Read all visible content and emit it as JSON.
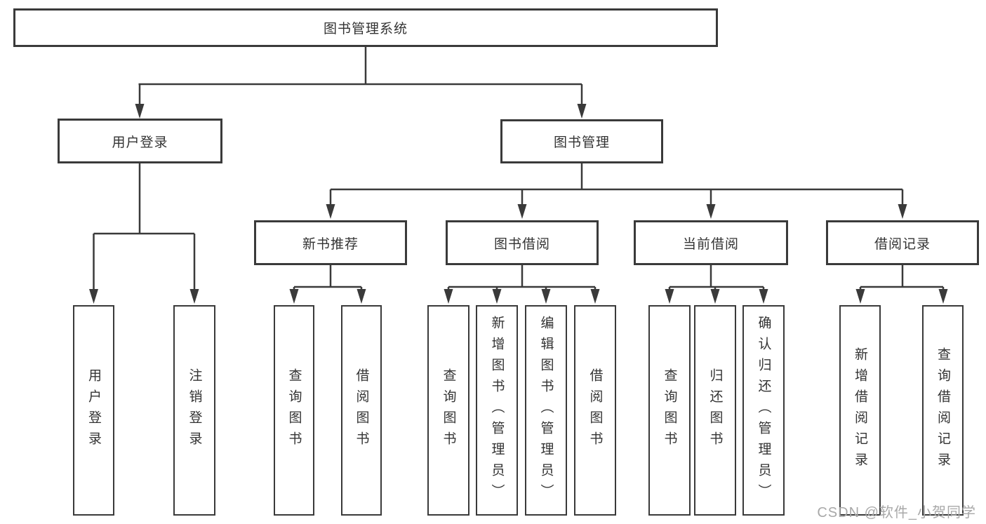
{
  "tree": {
    "root": {
      "label": "图书管理系统"
    },
    "branches": [
      {
        "label": "用户登录",
        "children": [
          {
            "label": "用户登录"
          },
          {
            "label": "注销登录"
          }
        ]
      },
      {
        "label": "图书管理",
        "groups": [
          {
            "label": "新书推荐",
            "children": [
              {
                "label": "查询图书"
              },
              {
                "label": "借阅图书"
              }
            ]
          },
          {
            "label": "图书借阅",
            "children": [
              {
                "label": "查询图书"
              },
              {
                "label": "新增图书（管理员）"
              },
              {
                "label": "编辑图书（管理员）"
              },
              {
                "label": "借阅图书"
              }
            ]
          },
          {
            "label": "当前借阅",
            "children": [
              {
                "label": "查询图书"
              },
              {
                "label": "归还图书"
              },
              {
                "label": "确认归还（管理员）"
              }
            ]
          },
          {
            "label": "借阅记录",
            "children": [
              {
                "label": "新增借阅记录"
              },
              {
                "label": "查询借阅记录"
              }
            ]
          }
        ]
      }
    ]
  },
  "watermark": {
    "text": "CSDN @软件_小贺同学"
  },
  "colors": {
    "line": "#3a3a3a",
    "text": "#333333",
    "watermark": "#a8a8a8",
    "background": "#ffffff"
  }
}
